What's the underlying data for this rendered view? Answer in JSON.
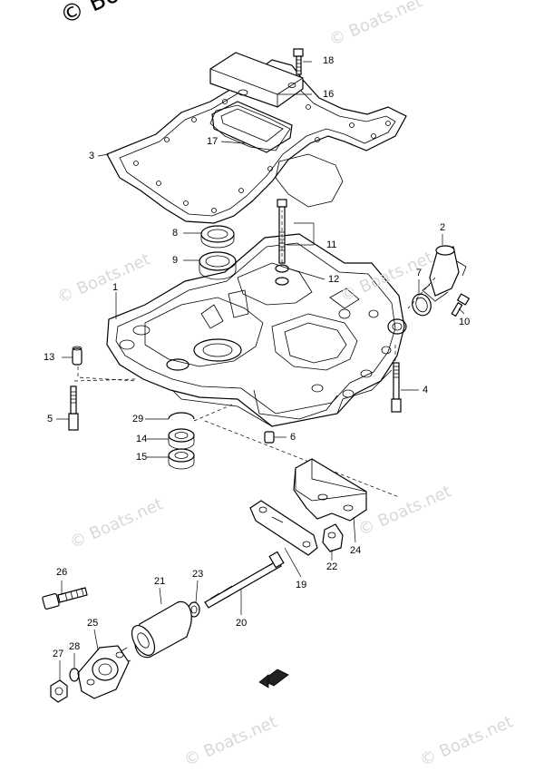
{
  "watermark": {
    "main": "© Boats.net",
    "faint": [
      "© Boats.net",
      "© Boats.net",
      "© Boats.net",
      "© Boats.net",
      "© Boats.net",
      "© Boats.net",
      "© Boats.net"
    ]
  },
  "callouts": {
    "c1": "1",
    "c2": "2",
    "c3": "3",
    "c4": "4",
    "c5": "5",
    "c6": "6",
    "c7": "7",
    "c8": "8",
    "c9": "9",
    "c10": "10",
    "c11": "11",
    "c12": "12",
    "c13": "13",
    "c14": "14",
    "c15": "15",
    "c16": "16",
    "c17": "17",
    "c18": "18",
    "c19": "19",
    "c20": "20",
    "c21": "21",
    "c22": "22",
    "c23": "23",
    "c24": "24",
    "c25": "25",
    "c26": "26",
    "c27": "27",
    "c28": "28",
    "c29": "29"
  }
}
